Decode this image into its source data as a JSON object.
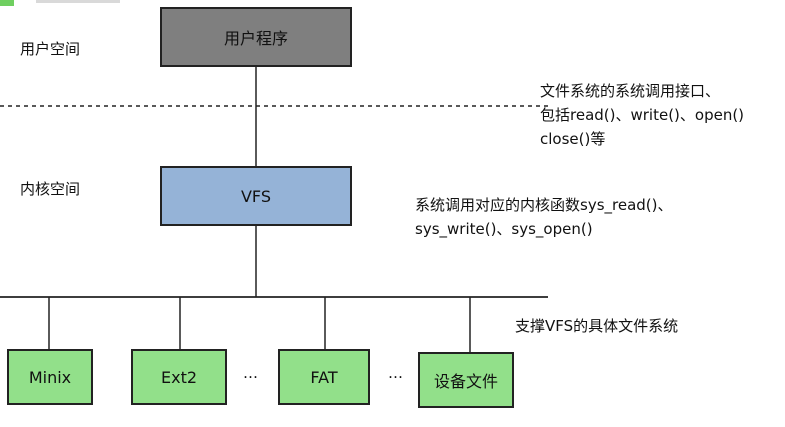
{
  "zones": {
    "user_space": "用户空间",
    "kernel_space": "内核空间"
  },
  "boxes": {
    "user_program": "用户程序",
    "vfs": "VFS",
    "filesystems": [
      "Minix",
      "Ext2",
      "FAT",
      "设备文件"
    ],
    "ellipsis": "…"
  },
  "annotations": {
    "syscall_interface": [
      "文件系统的系统调用接口、",
      "包括read()、write()、open()",
      "close()等"
    ],
    "kernel_functions": [
      "系统调用对应的内核函数sys_read()、",
      "sys_write()、sys_open()"
    ],
    "supported_fs": "支撑VFS的具体文件系统"
  },
  "colors": {
    "user_box": "#7f7f7f",
    "vfs_box": "#95b3d7",
    "fs_box": "#92e08a",
    "line": "#222222"
  }
}
